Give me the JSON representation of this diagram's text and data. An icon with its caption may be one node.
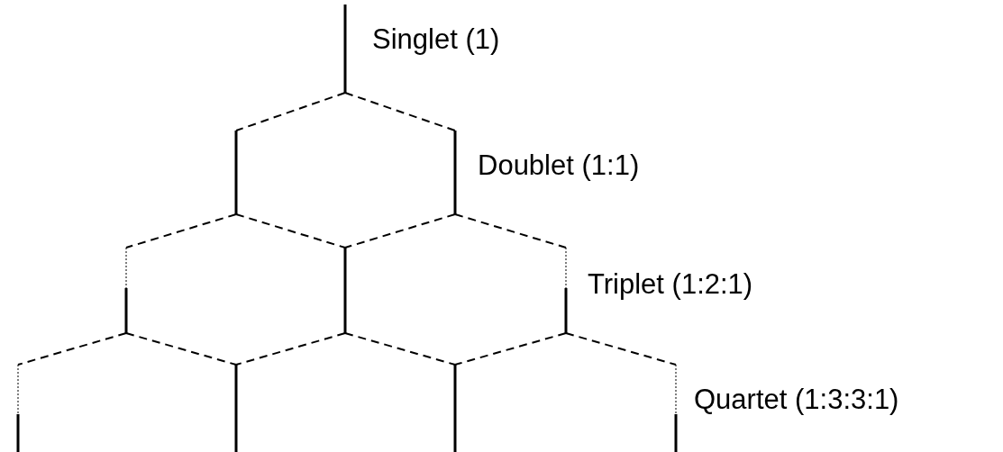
{
  "diagram": {
    "labels": [
      "Singlet (1)",
      "Doublet (1:1)",
      "Triplet (1:2:1)",
      "Quartet (1:3:3:1)"
    ]
  }
}
